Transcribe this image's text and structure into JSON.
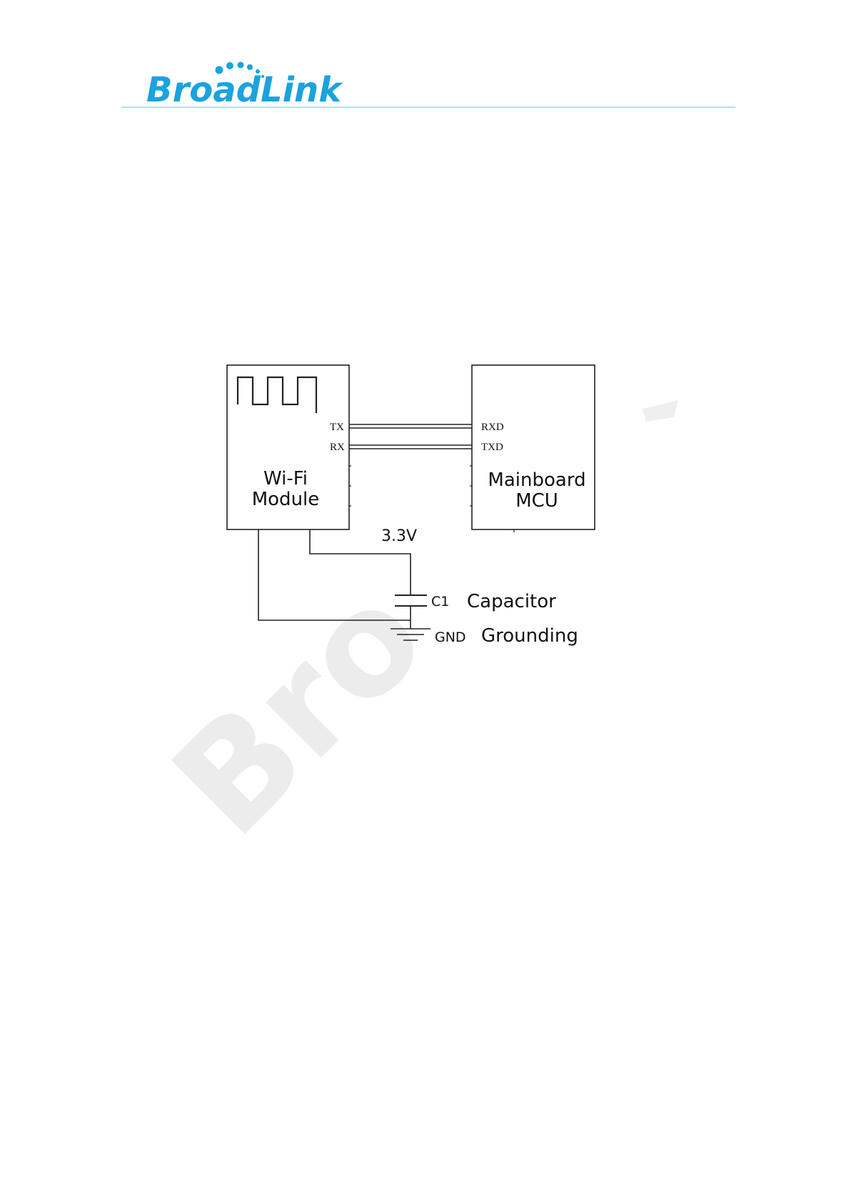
{
  "header": {
    "logo_text": "BroadLink",
    "logo_color": "#1aa3de",
    "rule_color": "#9dd3ef"
  },
  "watermark": {
    "text": "Bro",
    "color": "#ececec"
  },
  "diagram": {
    "wifi_module": {
      "label_line1": "Wi-Fi",
      "label_line2": "Module",
      "pin_tx": "TX",
      "pin_rx": "RX"
    },
    "mcu": {
      "label_line1": "Mainboard",
      "label_line2": "MCU",
      "pin_rxd": "RXD",
      "pin_txd": "TXD"
    },
    "voltage_label": "3.3V",
    "capacitor_ref": "C1",
    "capacitor_label": "Capacitor",
    "ground_ref": "GND",
    "ground_label": "Grounding"
  }
}
